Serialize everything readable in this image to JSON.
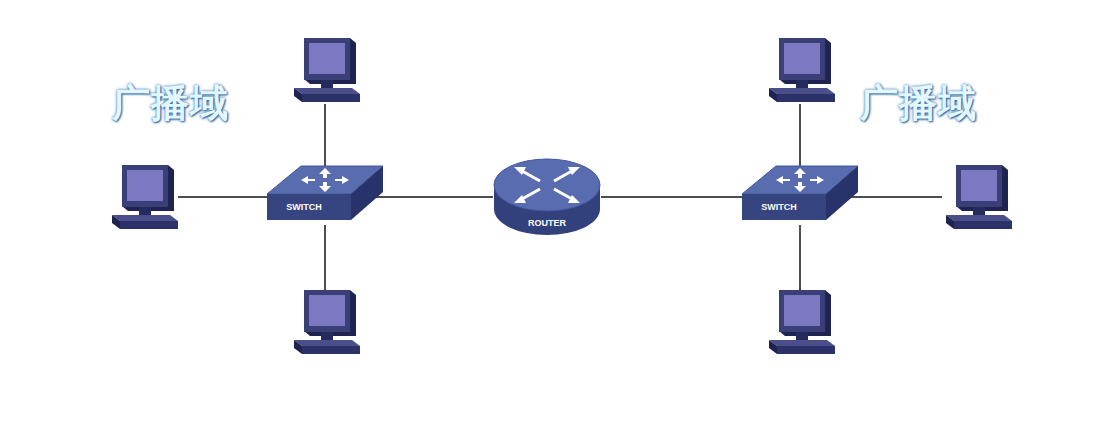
{
  "diagram": {
    "nodes": [
      {
        "text": [
          "广播域"
        ]
      },
      {
        "text": [
          "SWITCH"
        ],
        "in": 0
      },
      {
        "text": [
          "ROUTER"
        ]
      },
      {
        "text": [
          "广播域"
        ]
      },
      {
        "text": [
          "SWITCH"
        ],
        "in": 3
      }
    ],
    "edges": [
      {
        "from": 1,
        "to": 2,
        "arrow": "none"
      },
      {
        "from": 2,
        "to": 4,
        "arrow": "none"
      }
    ]
  }
}
